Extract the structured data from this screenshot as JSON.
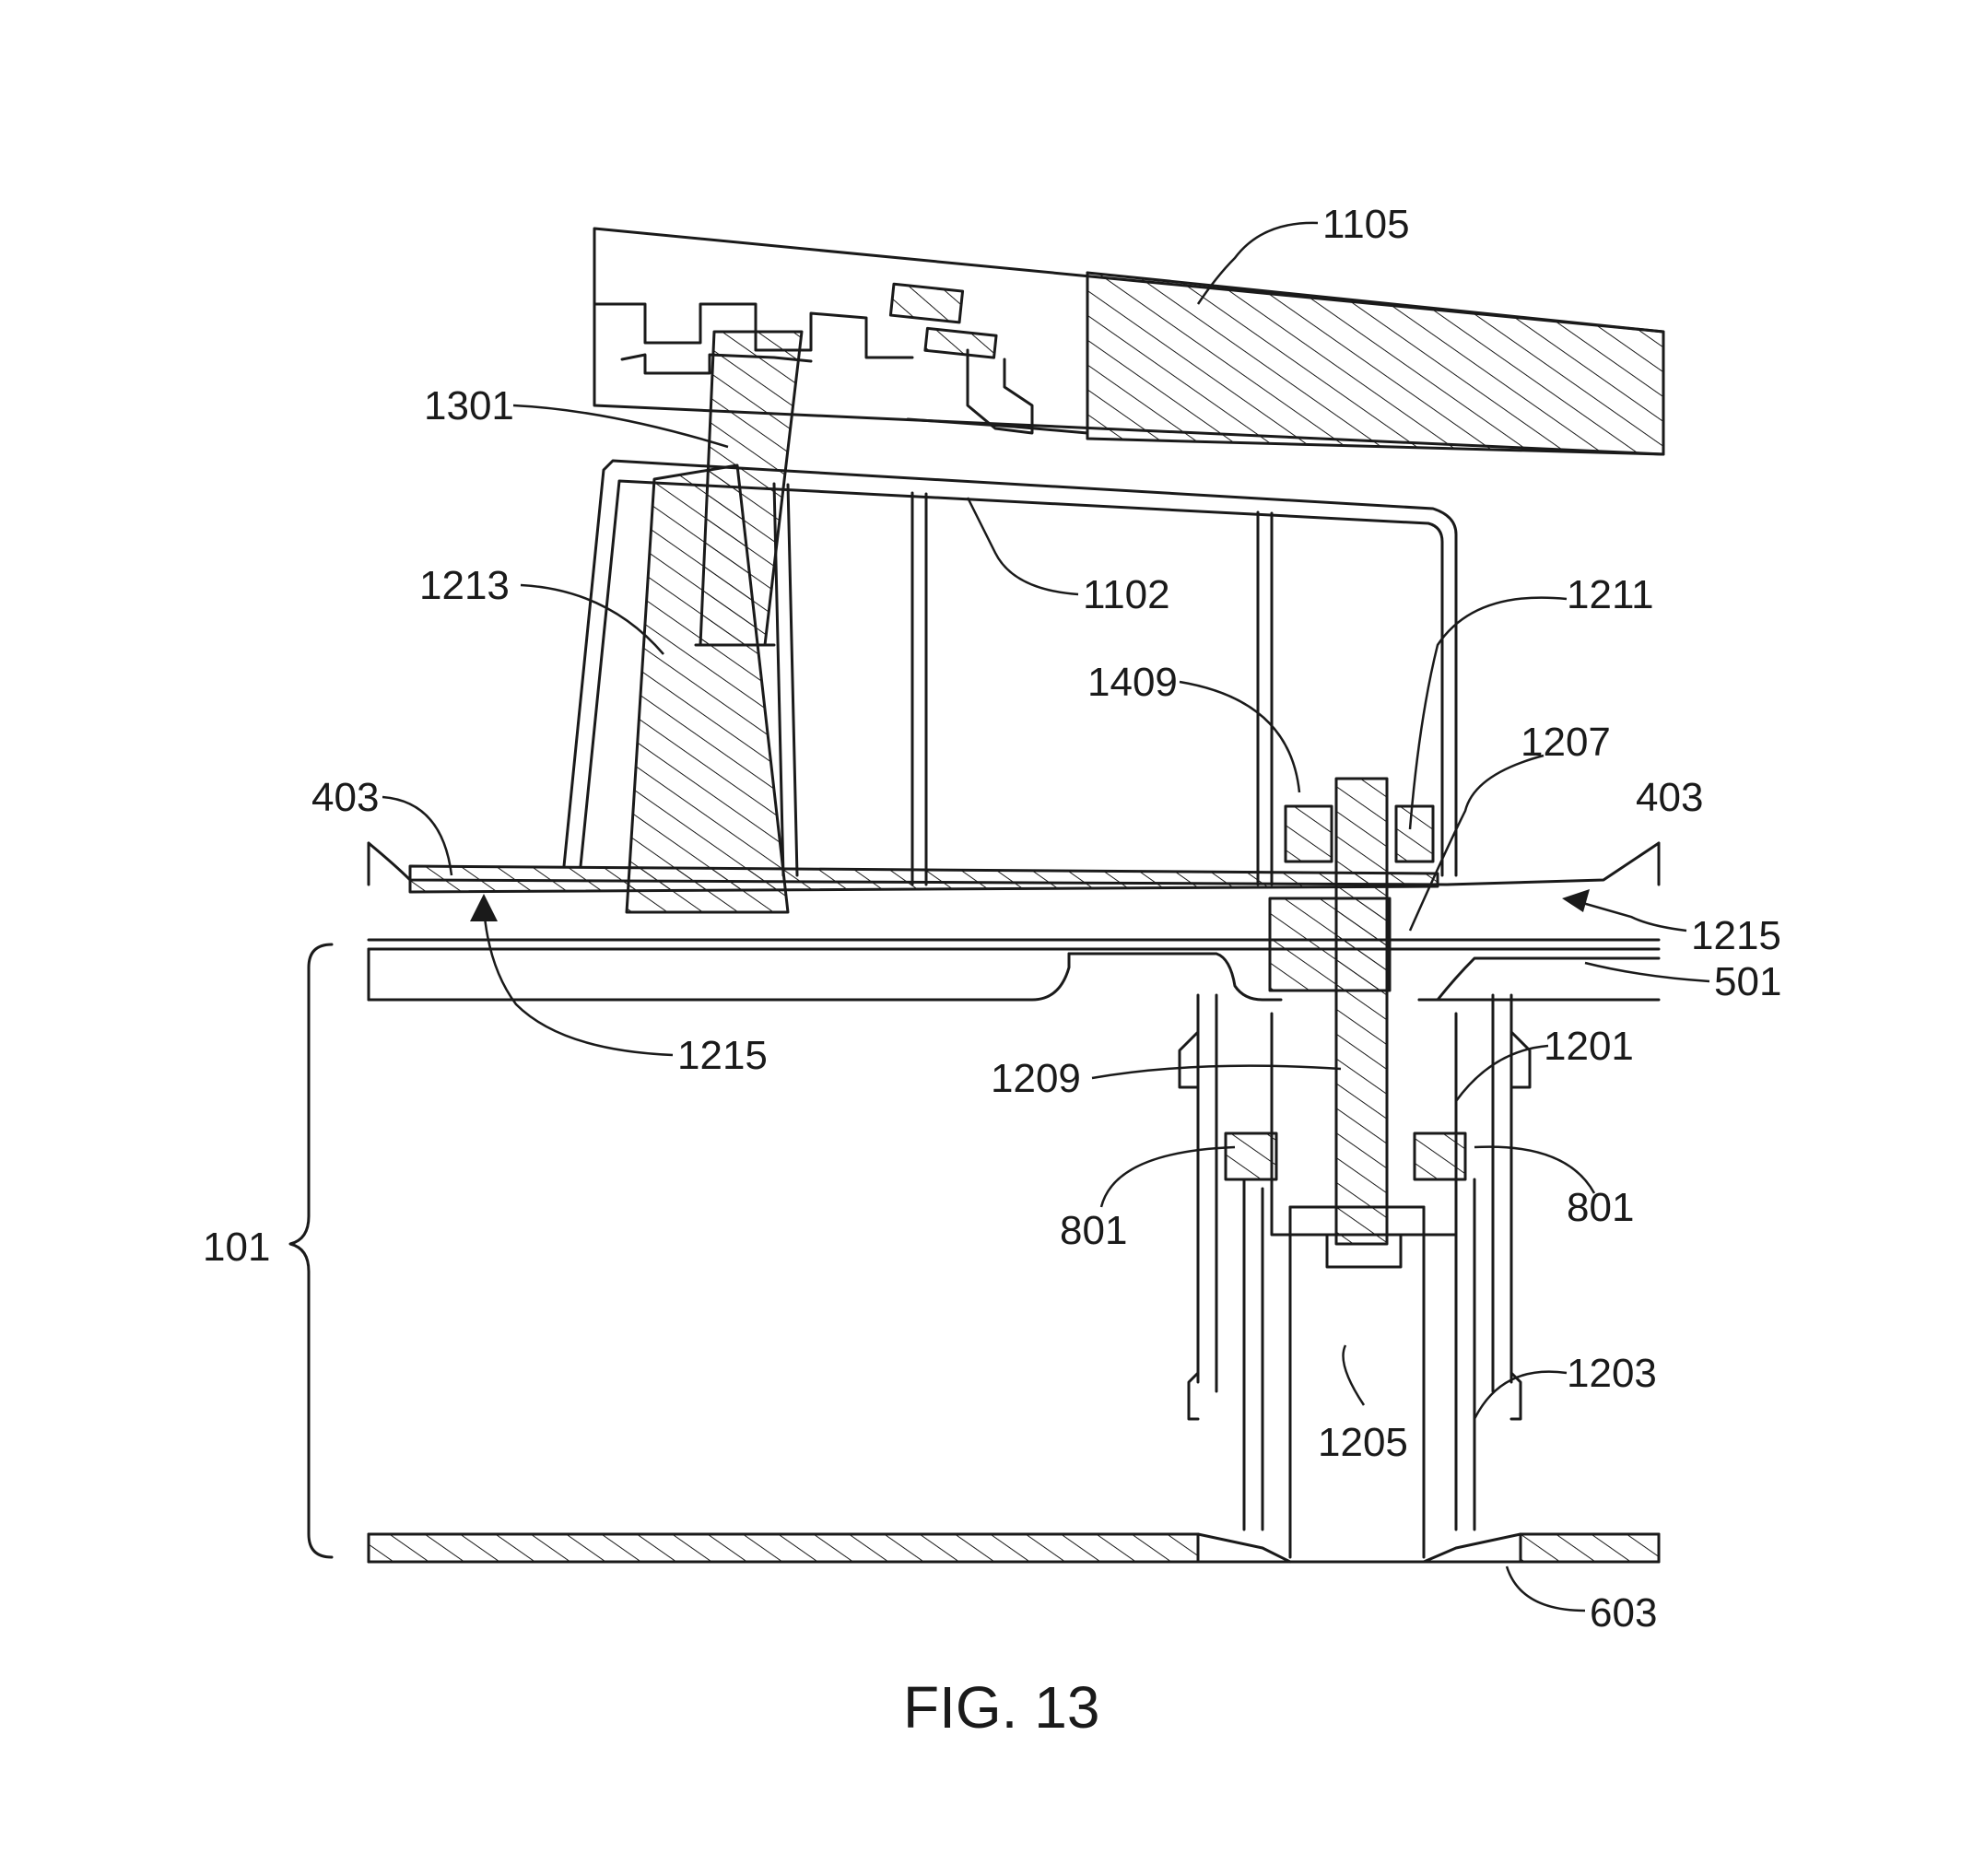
{
  "figure": {
    "caption": "FIG. 13",
    "labels": {
      "l1105": "1105",
      "l1301": "1301",
      "l1213": "1213",
      "l1102": "1102",
      "l1211": "1211",
      "l1409": "1409",
      "l1207": "1207",
      "l403_left": "403",
      "l403_right": "403",
      "l1215_right": "1215",
      "l501": "501",
      "l1215_left": "1215",
      "l1209": "1209",
      "l1201": "1201",
      "l801_left": "801",
      "l801_right": "801",
      "l101": "101",
      "l1203": "1203",
      "l1205": "1205",
      "l603": "603"
    }
  }
}
